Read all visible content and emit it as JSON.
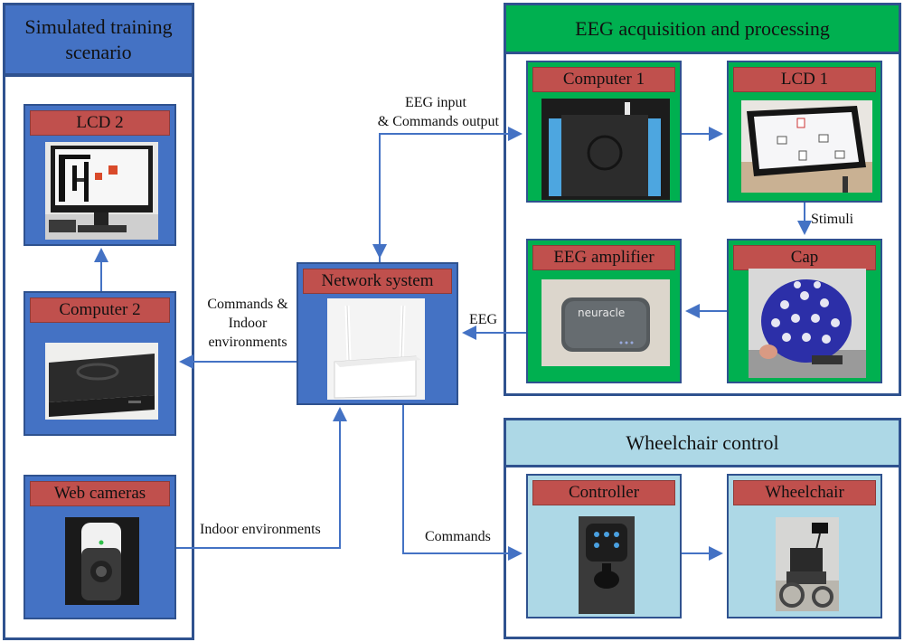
{
  "panels": {
    "training": {
      "title_line1": "Simulated training",
      "title_line2": "scenario"
    },
    "eeg": {
      "title": "EEG acquisition  and processing"
    },
    "wheelchair": {
      "title": "Wheelchair control"
    }
  },
  "modules": {
    "lcd2": "LCD 2",
    "computer2": "Computer 2",
    "webcams": "Web cameras",
    "network": "Network system",
    "computer1": "Computer 1",
    "lcd1": "LCD 1",
    "amplifier": "EEG amplifier",
    "cap": "Cap",
    "controller": "Controller",
    "wheelchair": "Wheelchair"
  },
  "arrow_labels": {
    "eeg_io_line1": "EEG input",
    "eeg_io_line2": "& Commands output",
    "commands_env_line1": "Commands  &",
    "commands_env_line2": "Indoor",
    "commands_env_line3": "environments",
    "eeg": "EEG",
    "stimuli": "Stimuli",
    "indoor_env": "Indoor environments",
    "commands": "Commands"
  },
  "photo_text": {
    "amplifier_brand": "neuracle"
  },
  "colors": {
    "border_blue": "#2f528f",
    "module_blue": "#4472c4",
    "module_green": "#00b050",
    "module_light_blue": "#add8e6",
    "label_red": "#c0504d",
    "arrow_blue": "#4472c4"
  }
}
